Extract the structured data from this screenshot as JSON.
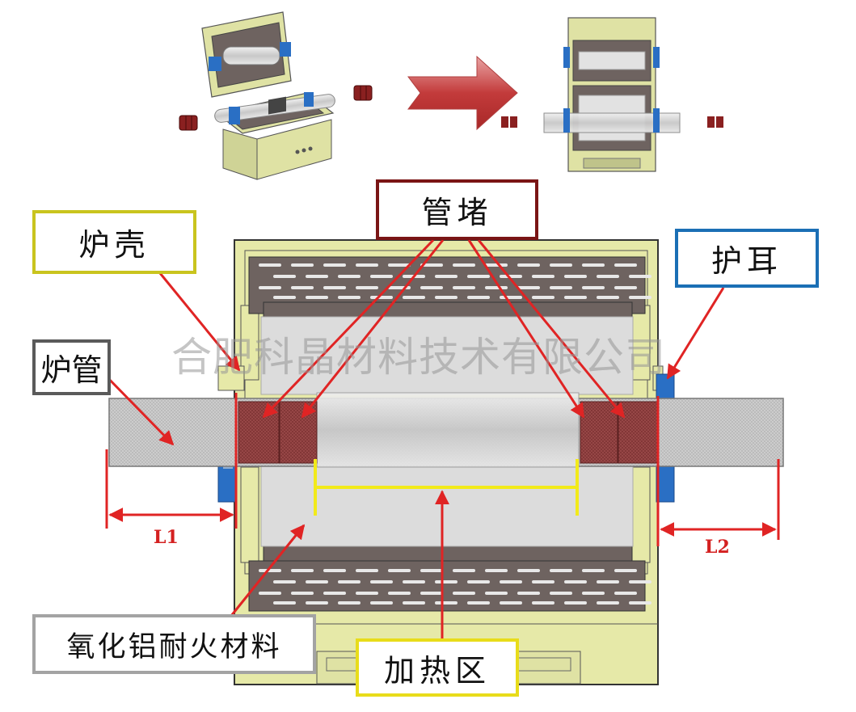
{
  "labels": {
    "shell": "炉壳",
    "plug": "管堵",
    "ear": "护耳",
    "tube": "炉管",
    "insulation": "氧化铝耐火材料",
    "heating_zone": "加热区"
  },
  "dimensions": {
    "l1": "L1",
    "l2": "L2"
  },
  "watermark": "合肥科晶材料技术有限公司",
  "colors": {
    "shell": "#e6e9a8",
    "shell_label_border": "#c9c41e",
    "plug_label_border": "#7a1515",
    "ear_label_border": "#1b6fb5",
    "tube_label_border": "#5a5a5a",
    "insulation_label_border": "#a3a3a3",
    "heating_label_border": "#e8dc1a",
    "arrow_red": "#e02424",
    "heating_marker": "#f2ea1a",
    "ear_blue": "#2a6fc4",
    "plug_red": "#8b3a3a",
    "heater_block": "#6e6360"
  }
}
